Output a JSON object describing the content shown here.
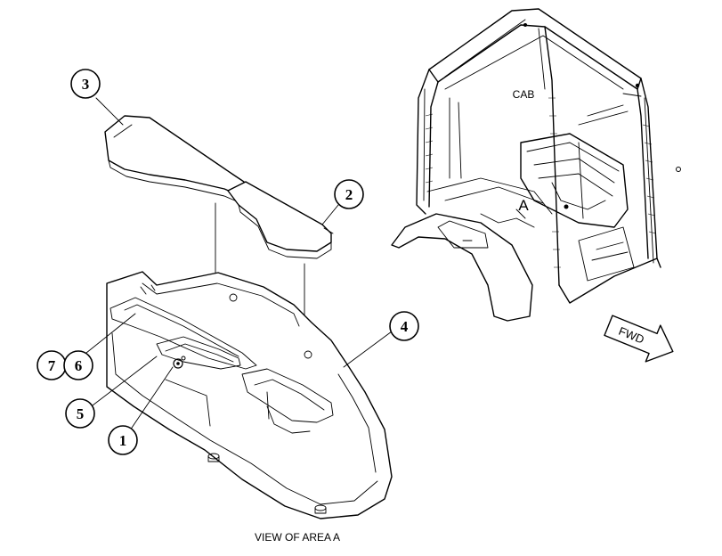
{
  "labels": {
    "cab": "CAB",
    "area_marker": "A",
    "caption": "VIEW OF AREA A",
    "forward_arrow": "FWD"
  },
  "callouts": [
    {
      "id": "callout-1",
      "number": "1"
    },
    {
      "id": "callout-2",
      "number": "2"
    },
    {
      "id": "callout-3",
      "number": "3"
    },
    {
      "id": "callout-4",
      "number": "4"
    },
    {
      "id": "callout-5",
      "number": "5"
    },
    {
      "id": "callout-6",
      "number": "6"
    },
    {
      "id": "callout-7",
      "number": "7"
    }
  ]
}
